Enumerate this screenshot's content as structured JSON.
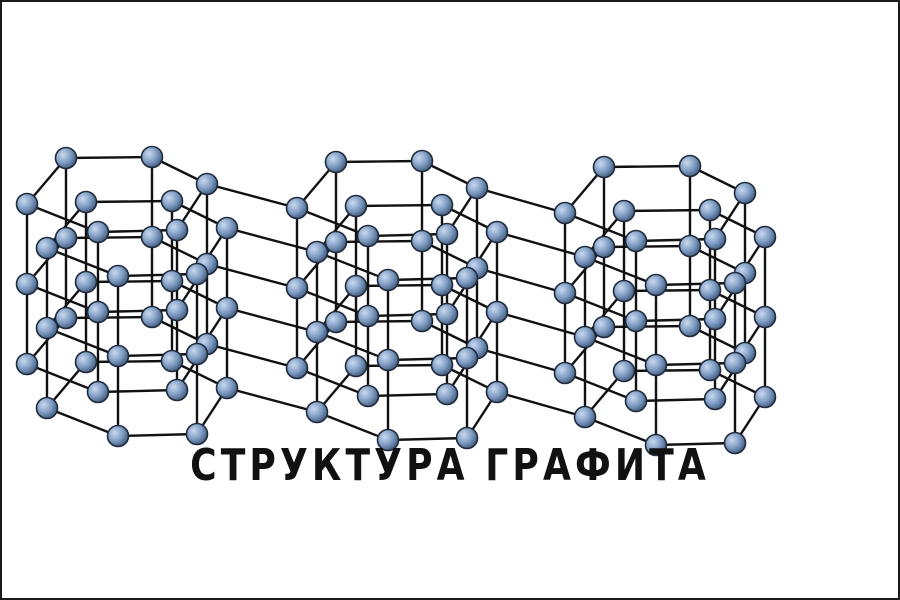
{
  "caption": "СТРУКТУРА ГРАФИТА",
  "colors": {
    "frame": "#1a1a1a",
    "bond": "#111111",
    "atom_light": "#c9d9ef",
    "atom_base": "#7f9cc3",
    "atom_dark": "#41597c",
    "atom_stroke": "#1f2b3c",
    "caption": "#111111"
  },
  "structure": {
    "columns": 3,
    "layers_per_column": 3,
    "atoms_per_ring": 6,
    "lattice": "hexagonal graphite"
  }
}
